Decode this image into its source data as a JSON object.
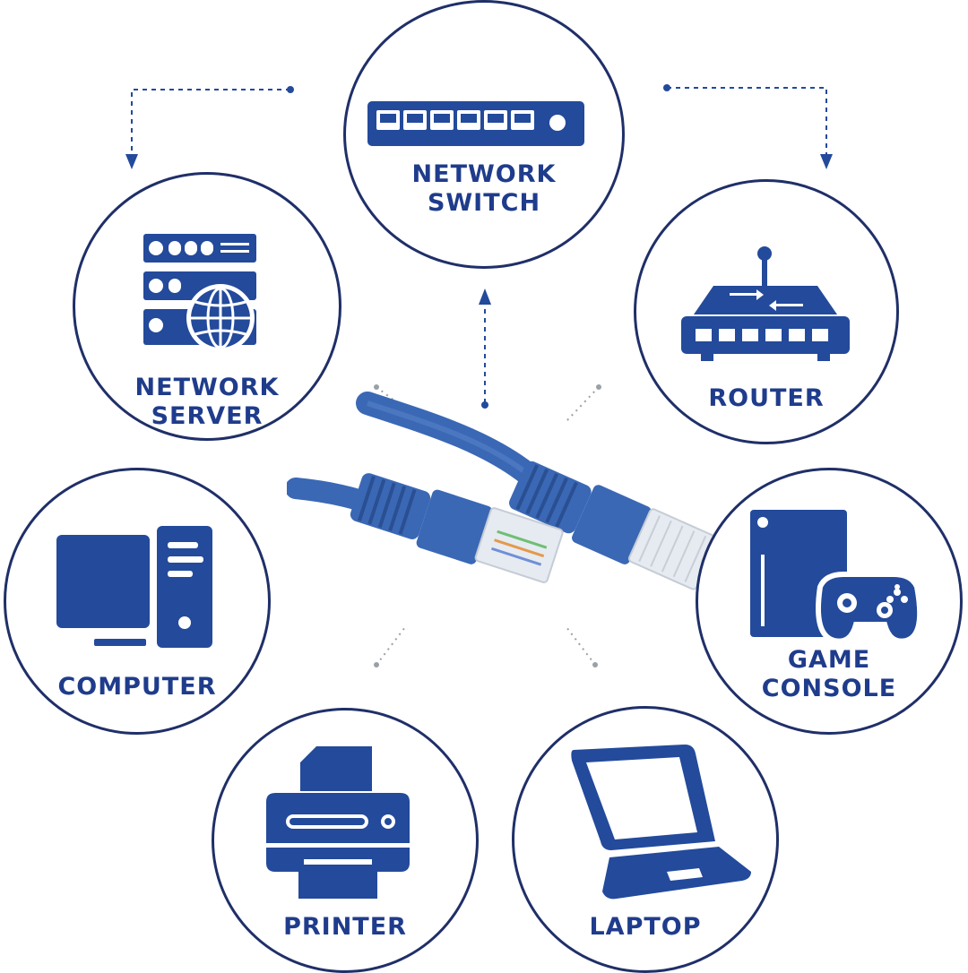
{
  "colors": {
    "primary": "#234a9b",
    "outline": "#1f2f68",
    "label": "#1f3c8c",
    "cable": "#3a68b5",
    "connector": "#dfe4ea",
    "dotted": "#9aa0a8"
  },
  "nodes": [
    {
      "id": "switch",
      "label": "NETWORK\nSWITCH",
      "icon": "network-switch-icon"
    },
    {
      "id": "server",
      "label": "NETWORK\nSERVER",
      "icon": "server-rack-globe-icon"
    },
    {
      "id": "router",
      "label": "ROUTER",
      "icon": "router-icon"
    },
    {
      "id": "computer",
      "label": "COMPUTER",
      "icon": "desktop-computer-icon"
    },
    {
      "id": "console",
      "label": "GAME\nCONSOLE",
      "icon": "game-console-icon"
    },
    {
      "id": "printer",
      "label": "PRINTER",
      "icon": "printer-icon"
    },
    {
      "id": "laptop",
      "label": "LAPTOP",
      "icon": "laptop-icon"
    }
  ],
  "center_image": "blue-ethernet-cable-rj45-connectors"
}
